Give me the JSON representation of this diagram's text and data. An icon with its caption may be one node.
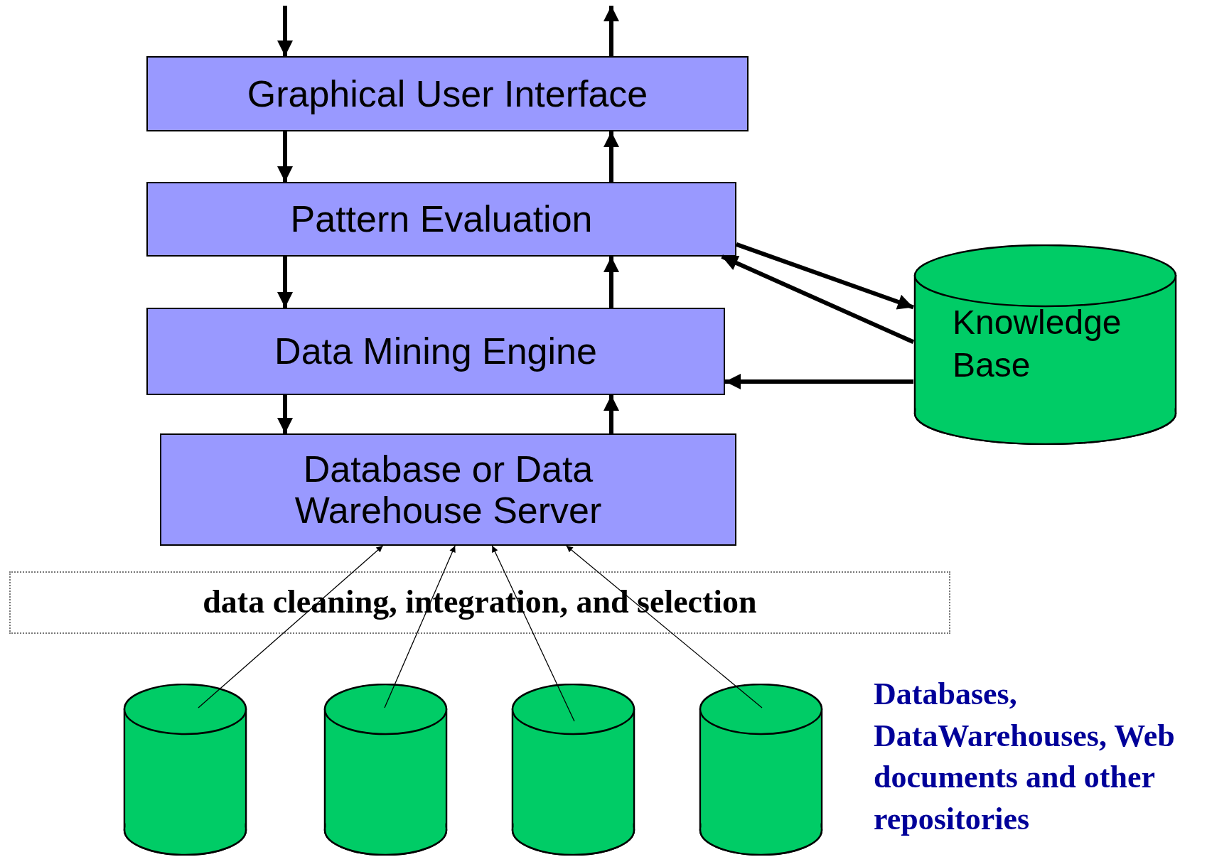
{
  "diagram": {
    "nodes": [
      {
        "text": [
          "Graphical User Interface"
        ]
      },
      {
        "text": [
          "Pattern Evaluation"
        ]
      },
      {
        "text": [
          "Data Mining Engine"
        ]
      },
      {
        "text": [
          "Database or Data Warehouse Server"
        ]
      },
      {
        "text": [
          "Knowledge Base"
        ]
      },
      {
        "text": [],
        "shape": "cylinder"
      },
      {
        "text": [],
        "shape": "cylinder"
      },
      {
        "text": [],
        "shape": "cylinder"
      },
      {
        "text": [],
        "shape": "cylinder"
      }
    ],
    "edges": [
      {
        "from": null,
        "to": 0,
        "arrow": "to"
      },
      {
        "from": 0,
        "to": null,
        "arrow": "to"
      },
      {
        "from": 0,
        "to": 1,
        "arrow": "to"
      },
      {
        "from": 1,
        "to": 0,
        "arrow": "to"
      },
      {
        "from": 1,
        "to": 2,
        "arrow": "to"
      },
      {
        "from": 2,
        "to": 1,
        "arrow": "to"
      },
      {
        "from": 2,
        "to": 3,
        "arrow": "to"
      },
      {
        "from": 3,
        "to": 2,
        "arrow": "to"
      },
      {
        "from": 1,
        "to": 4,
        "arrow": "to"
      },
      {
        "from": 4,
        "to": 1,
        "arrow": "to"
      },
      {
        "from": 4,
        "to": 2,
        "arrow": "to"
      },
      {
        "from": 5,
        "to": 3,
        "arrow": "to"
      },
      {
        "from": 6,
        "to": 3,
        "arrow": "to"
      },
      {
        "from": 7,
        "to": 3,
        "arrow": "to"
      },
      {
        "from": 8,
        "to": 3,
        "arrow": "to"
      }
    ],
    "labels": [
      "data cleaning, integration, and selection",
      "Databases, DataWarehouses, Web documents and other repositories"
    ]
  }
}
